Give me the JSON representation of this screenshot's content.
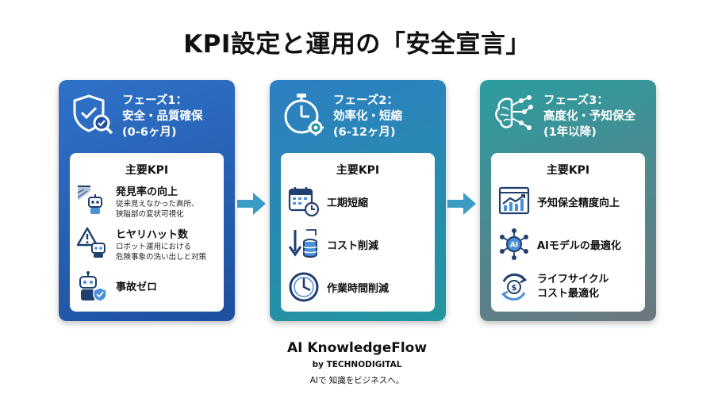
{
  "title": "KPI設定と運用の「安全宣言」",
  "phases": [
    {
      "heading_line1": "フェーズ1：",
      "heading_line2": "安全・品質確保",
      "heading_line3": "(0-6ヶ月)",
      "icon": "shield-check-icon",
      "kpi_title": "主要KPI",
      "items": [
        {
          "label": "発見率の向上",
          "desc_line1": "従来見えなかった高所、",
          "desc_line2": "狭隘部の変状可視化",
          "icon": "inspection-robot-icon"
        },
        {
          "label": "ヒヤリハット数",
          "desc_line1": "ロボット運用における",
          "desc_line2": "危険事象の洗い出しと対策",
          "icon": "warning-robot-icon"
        },
        {
          "label": "事故ゼロ",
          "desc_line1": "",
          "desc_line2": "",
          "icon": "robot-shield-icon"
        }
      ]
    },
    {
      "heading_line1": "フェーズ2：",
      "heading_line2": "効率化・短縮",
      "heading_line3": "(6-12ヶ月)",
      "icon": "stopwatch-gear-icon",
      "kpi_title": "主要KPI",
      "items": [
        {
          "label": "工期短縮",
          "icon": "calendar-clock-icon"
        },
        {
          "label": "コスト削減",
          "icon": "cost-down-icon"
        },
        {
          "label": "作業時間削減",
          "icon": "clock-icon"
        }
      ]
    },
    {
      "heading_line1": "フェーズ3：",
      "heading_line2": "高度化・予知保全",
      "heading_line3": "(1年以降)",
      "icon": "ai-brain-icon",
      "kpi_title": "主要KPI",
      "items": [
        {
          "label": "予知保全精度向上",
          "icon": "chart-up-icon"
        },
        {
          "label": "AIモデルの最適化",
          "icon": "ai-network-icon"
        },
        {
          "label_line1": "ライフサイクル",
          "label_line2": "コスト最適化",
          "icon": "lifecycle-cost-icon"
        }
      ]
    }
  ],
  "brand": "AI KnowledgeFlow",
  "byline": "by TECHNODIGITAL",
  "tagline": "AIで 知識をビジネスへ。",
  "colors": {
    "phase1": "#2a64b8",
    "phase2": "#2a8bb4",
    "phase3": "#4f8a95",
    "arrow": "#3a9cc4",
    "icon_navy": "#1f3f6e",
    "icon_blue": "#4a90d9"
  }
}
